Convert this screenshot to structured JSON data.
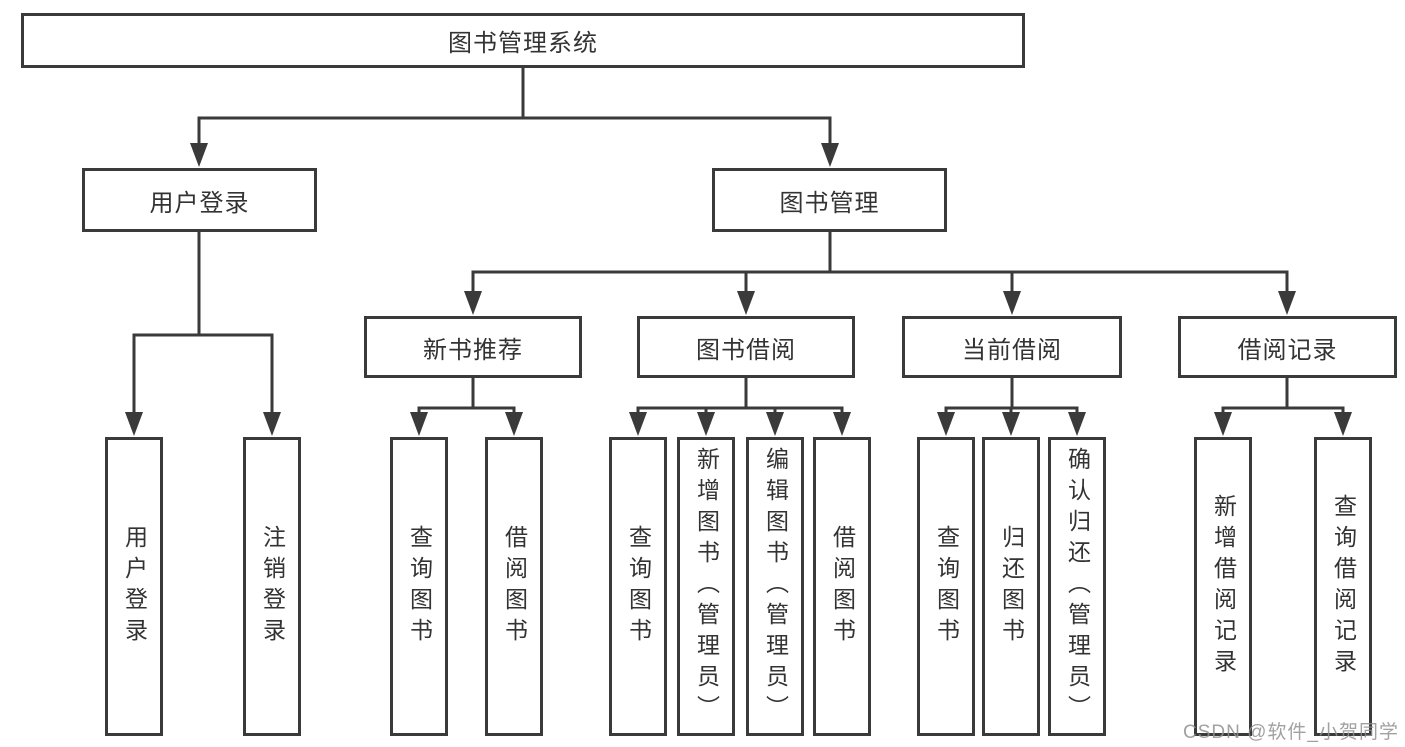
{
  "root": {
    "label": "图书管理系统"
  },
  "level1": [
    {
      "label": "用户登录"
    },
    {
      "label": "图书管理"
    }
  ],
  "level2": [
    {
      "label": "新书推荐",
      "parent": "图书管理"
    },
    {
      "label": "图书借阅",
      "parent": "图书管理"
    },
    {
      "label": "当前借阅",
      "parent": "图书管理"
    },
    {
      "label": "借阅记录",
      "parent": "图书管理"
    }
  ],
  "level3": [
    {
      "label": "用户登录",
      "parent": "用户登录"
    },
    {
      "label": "注销登录",
      "parent": "用户登录"
    },
    {
      "label": "查询图书",
      "parent": "新书推荐"
    },
    {
      "label": "借阅图书",
      "parent": "新书推荐"
    },
    {
      "label": "查询图书",
      "parent": "图书借阅"
    },
    {
      "label": "新增图书（管理员）",
      "parent": "图书借阅"
    },
    {
      "label": "编辑图书（管理员）",
      "parent": "图书借阅"
    },
    {
      "label": "借阅图书",
      "parent": "图书借阅"
    },
    {
      "label": "查询图书",
      "parent": "当前借阅"
    },
    {
      "label": "归还图书",
      "parent": "当前借阅"
    },
    {
      "label": "确认归还（管理员）",
      "parent": "当前借阅"
    },
    {
      "label": "新增借阅记录",
      "parent": "借阅记录"
    },
    {
      "label": "查询借阅记录",
      "parent": "借阅记录"
    }
  ],
  "watermark": {
    "label": "CSDN @软件_小贺同学"
  },
  "colors": {
    "line": "#3a3a3a",
    "box_border": "#3a3a3a",
    "text": "#333333",
    "watermark": "#919191",
    "background": "#ffffff"
  }
}
